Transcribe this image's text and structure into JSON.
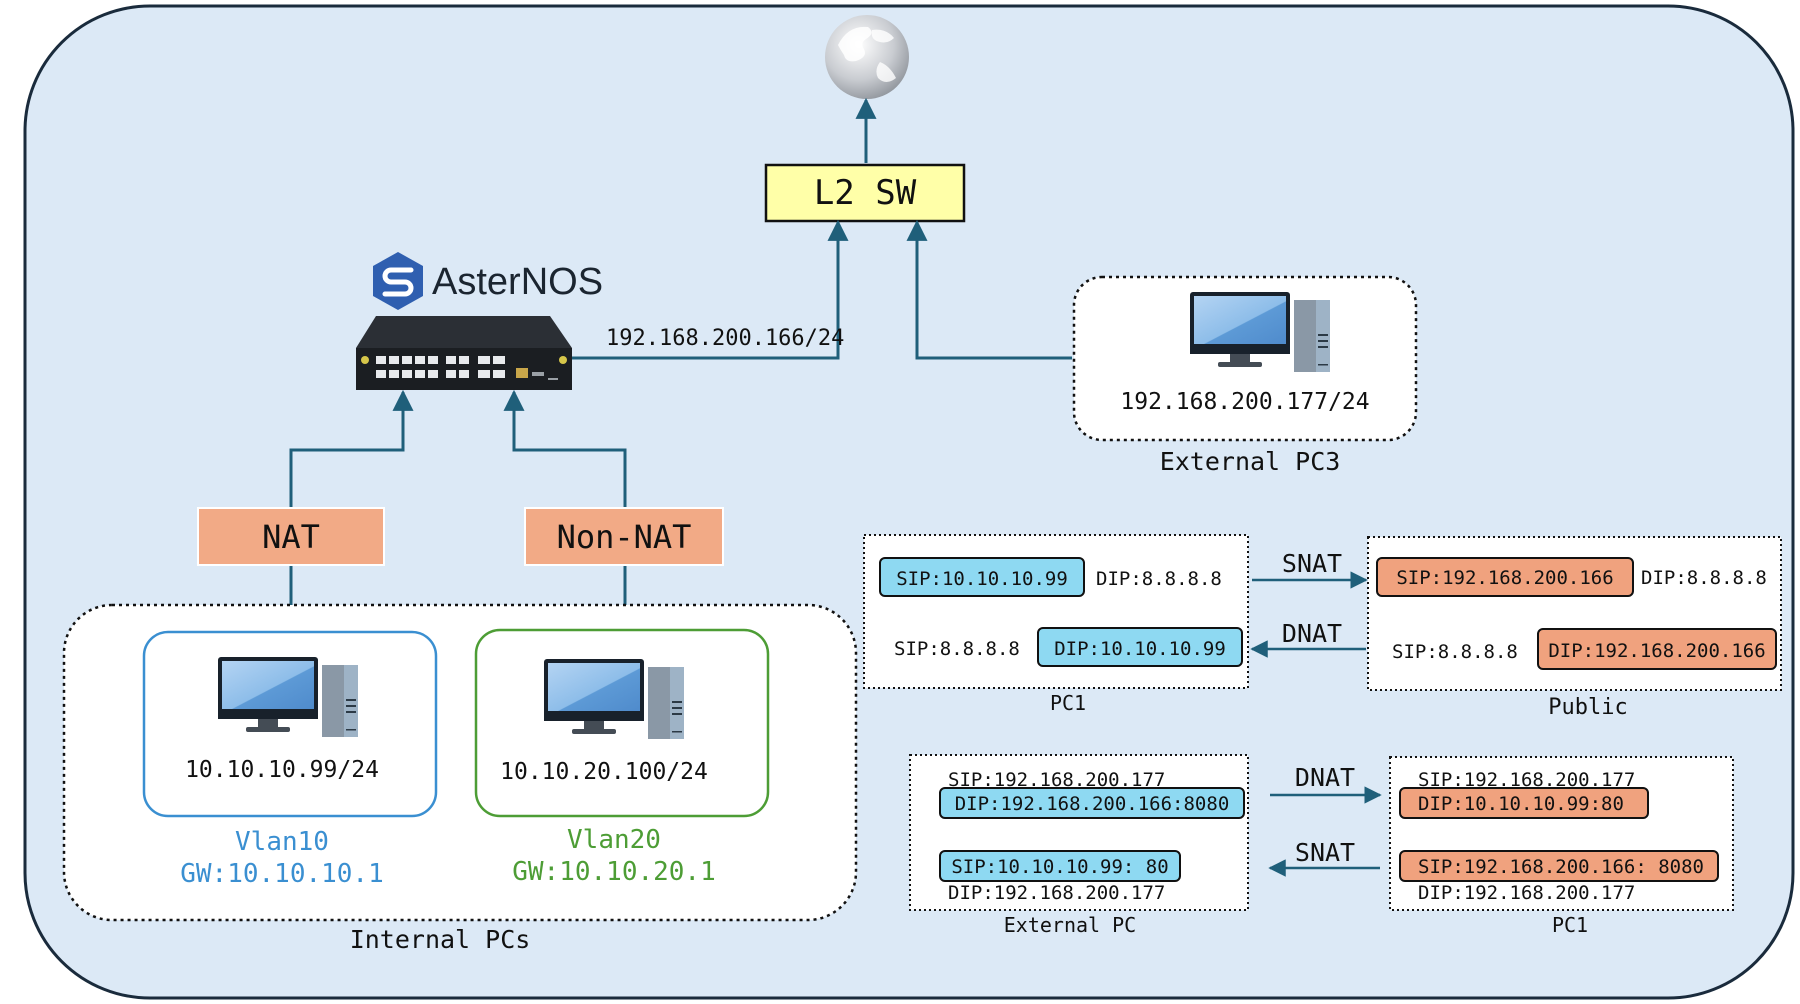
{
  "colors": {
    "background": "#dce9f6",
    "frame_stroke": "#1a2b3c",
    "line": "#1f5f7a",
    "l2sw_fill": "#ffffa8",
    "nat_fill": "#f2aa86",
    "vlan10": "#3a8fd1",
    "vlan20": "#4d9d35",
    "blue_chip": "#8ed9f2",
    "orange_chip": "#f0a27e"
  },
  "internet": {
    "icon": "globe-icon"
  },
  "l2_switch": {
    "label": "L2 SW"
  },
  "asternos": {
    "brand": "AsterNOS",
    "logo_icon": "asternos-logo-icon",
    "switch_icon": "network-switch-icon",
    "uplink_ip": "192.168.200.166/24"
  },
  "external_pc3": {
    "ip": "192.168.200.177/24",
    "caption": "External PC3",
    "icon": "desktop-computer-icon"
  },
  "nat_label": "NAT",
  "non_nat_label": "Non-NAT",
  "internal_pcs": {
    "caption": "Internal PCs",
    "pc1": {
      "ip": "10.10.10.99/24",
      "vlan": "Vlan10",
      "gw": "GW:10.10.10.1"
    },
    "pc2": {
      "ip": "10.10.20.100/24",
      "vlan": "Vlan20",
      "gw": "GW:10.10.20.1"
    }
  },
  "snat_table": {
    "left_caption": "PC1",
    "right_caption": "Public",
    "row1": {
      "left_sip": "SIP:10.10.10.99",
      "left_dip": "DIP:8.8.8.8",
      "action": "SNAT",
      "right_sip": "SIP:192.168.200.166",
      "right_dip": "DIP:8.8.8.8"
    },
    "row2": {
      "left_sip": "SIP:8.8.8.8",
      "left_dip": "DIP:10.10.10.99",
      "action": "DNAT",
      "right_sip": "SIP:8.8.8.8",
      "right_dip": "DIP:192.168.200.166"
    }
  },
  "dnat_table": {
    "left_caption": "External PC",
    "right_caption": "PC1",
    "row1": {
      "left_sip": "SIP:192.168.200.177",
      "left_dip": "DIP:192.168.200.166:8080",
      "action": "DNAT",
      "right_sip": "SIP:192.168.200.177",
      "right_dip": "DIP:10.10.10.99:80"
    },
    "row2": {
      "left_sip": "SIP:10.10.10.99: 80",
      "left_dip": "DIP:192.168.200.177",
      "action": "SNAT",
      "right_sip": "SIP:192.168.200.166: 8080",
      "right_dip": "DIP:192.168.200.177"
    }
  }
}
